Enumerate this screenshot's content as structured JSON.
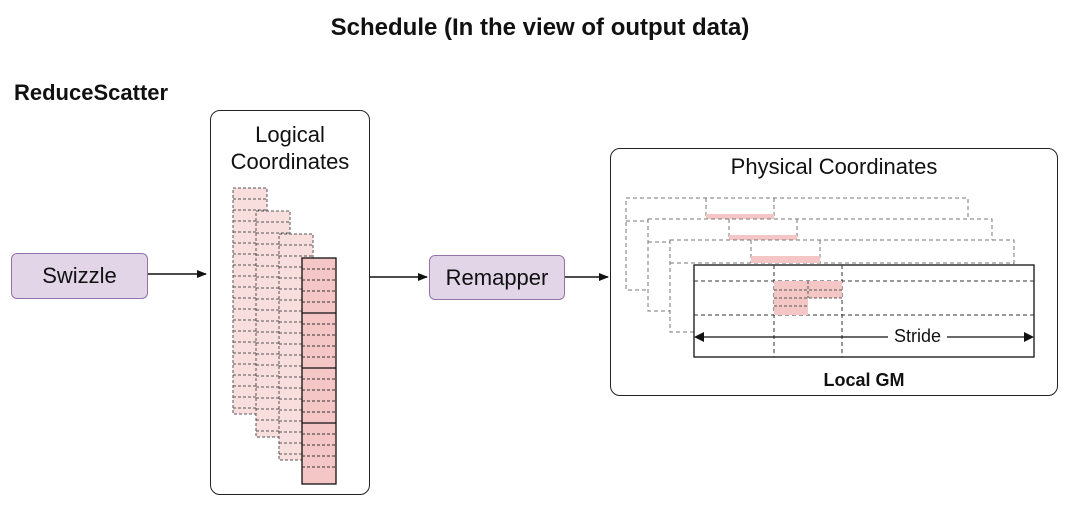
{
  "title": "Schedule (In the view of output data)",
  "section_label": "ReduceScatter",
  "swizzle_label": "Swizzle",
  "logical_panel": {
    "title_line1": "Logical",
    "title_line2": "Coordinates"
  },
  "remapper_label": "Remapper",
  "physical_panel": {
    "title": "Physical Coordinates"
  },
  "stride_label": "Stride",
  "local_gm_label": "Local GM",
  "colors": {
    "node_fill": "#e1d5e7",
    "node_stroke": "#9673a6",
    "highlight": "#f5c6c6",
    "highlight_faint": "#f9dede"
  }
}
